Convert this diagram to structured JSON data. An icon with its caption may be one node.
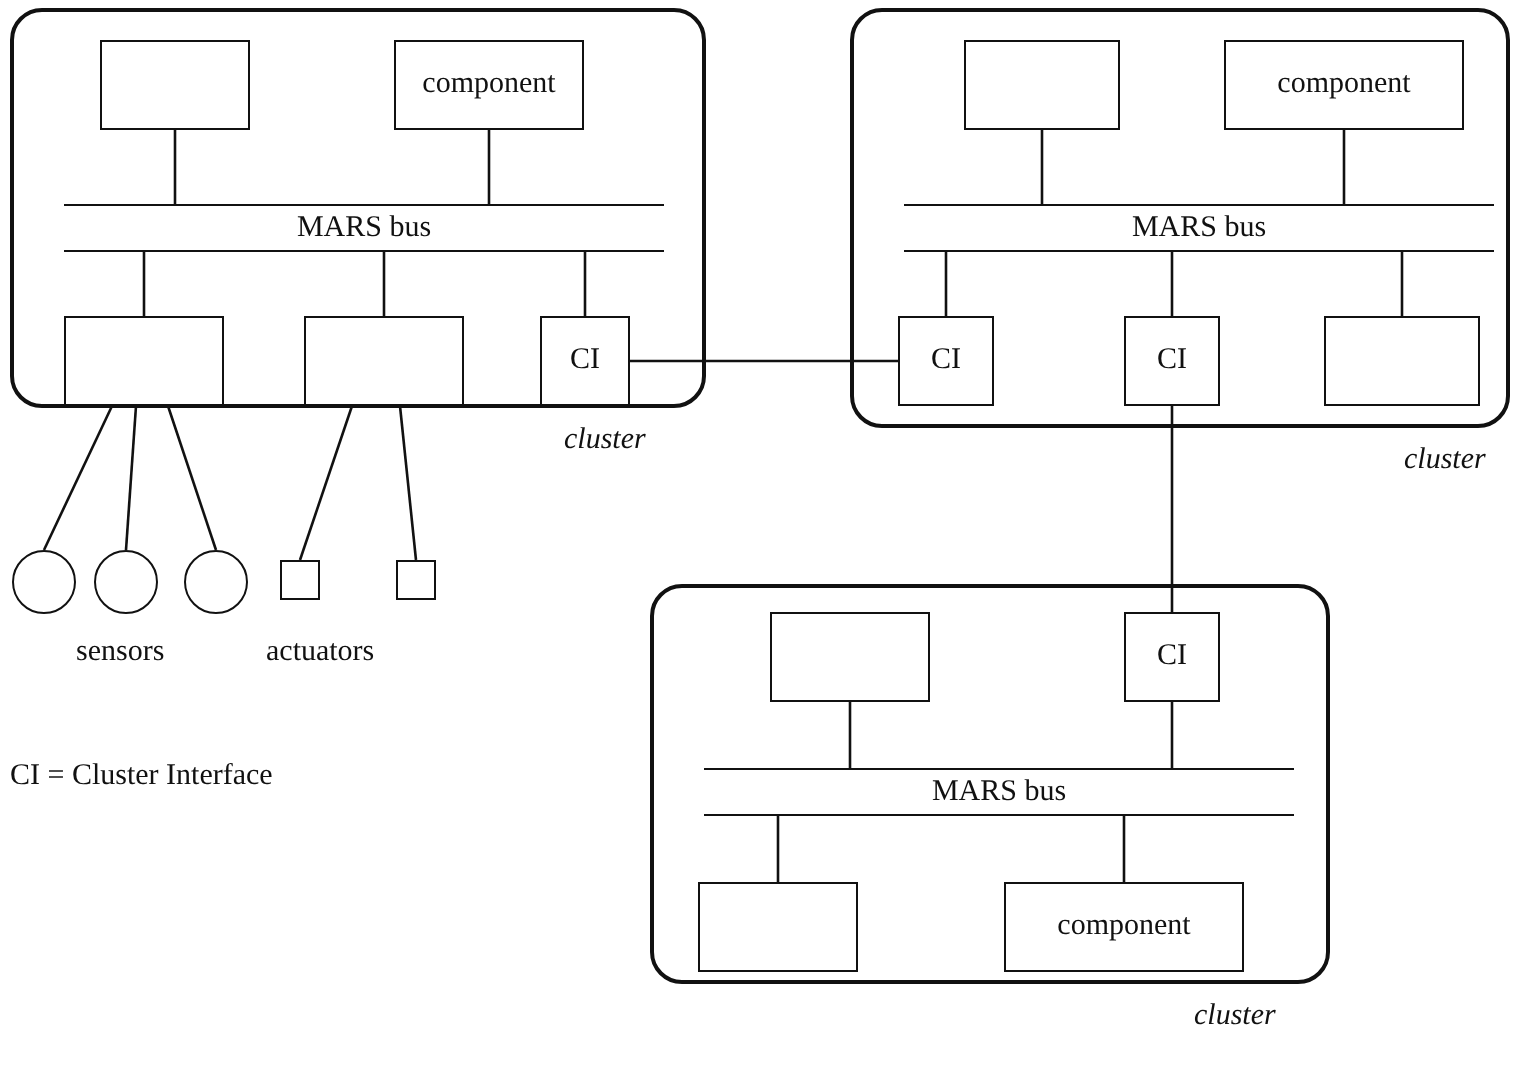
{
  "diagram": {
    "nodes": [
      {
        "text": [
          "cluster"
        ]
      },
      {
        "text": [],
        "shape": "box",
        "in": 0
      },
      {
        "text": [
          "component"
        ],
        "in": 0
      },
      {
        "text": [
          "MARS bus"
        ],
        "in": 0
      },
      {
        "text": [],
        "shape": "box",
        "in": 0
      },
      {
        "text": [],
        "shape": "box",
        "in": 0
      },
      {
        "text": [
          "CI"
        ],
        "in": 0
      },
      {
        "text": [
          "cluster"
        ]
      },
      {
        "text": [],
        "shape": "box",
        "in": 7
      },
      {
        "text": [
          "component"
        ],
        "in": 7
      },
      {
        "text": [
          "MARS bus"
        ],
        "in": 7
      },
      {
        "text": [
          "CI"
        ],
        "in": 7
      },
      {
        "text": [
          "CI"
        ],
        "in": 7
      },
      {
        "text": [],
        "shape": "box",
        "in": 7
      },
      {
        "text": [
          "cluster"
        ]
      },
      {
        "text": [],
        "shape": "box",
        "in": 14
      },
      {
        "text": [
          "CI"
        ],
        "in": 14
      },
      {
        "text": [
          "MARS bus"
        ],
        "in": 14
      },
      {
        "text": [],
        "shape": "box",
        "in": 14
      },
      {
        "text": [
          "component"
        ],
        "in": 14
      },
      {
        "text": [],
        "shape": "circle"
      },
      {
        "text": [],
        "shape": "circle"
      },
      {
        "text": [],
        "shape": "circle"
      },
      {
        "text": [],
        "shape": "box"
      },
      {
        "text": [],
        "shape": "box"
      }
    ],
    "edges": [
      {
        "from": 1,
        "to": 3,
        "arrow": "none"
      },
      {
        "from": 2,
        "to": 3,
        "arrow": "none"
      },
      {
        "from": 3,
        "to": 4,
        "arrow": "none"
      },
      {
        "from": 3,
        "to": 5,
        "arrow": "none"
      },
      {
        "from": 3,
        "to": 6,
        "arrow": "none"
      },
      {
        "from": 6,
        "to": 11,
        "arrow": "none"
      },
      {
        "from": 8,
        "to": 10,
        "arrow": "none"
      },
      {
        "from": 9,
        "to": 10,
        "arrow": "none"
      },
      {
        "from": 10,
        "to": 11,
        "arrow": "none"
      },
      {
        "from": 10,
        "to": 12,
        "arrow": "none"
      },
      {
        "from": 10,
        "to": 13,
        "arrow": "none"
      },
      {
        "from": 12,
        "to": 16,
        "arrow": "none"
      },
      {
        "from": 15,
        "to": 17,
        "arrow": "none"
      },
      {
        "from": 16,
        "to": 17,
        "arrow": "none"
      },
      {
        "from": 17,
        "to": 18,
        "arrow": "none"
      },
      {
        "from": 17,
        "to": 19,
        "arrow": "none"
      },
      {
        "from": 4,
        "to": 20,
        "arrow": "none"
      },
      {
        "from": 4,
        "to": 21,
        "arrow": "none"
      },
      {
        "from": 4,
        "to": 22,
        "arrow": "none"
      },
      {
        "from": 5,
        "to": 23,
        "arrow": "none"
      },
      {
        "from": 5,
        "to": 24,
        "arrow": "none"
      }
    ],
    "labels": [
      "sensors",
      "actuators",
      "CI = Cluster Interface"
    ]
  }
}
